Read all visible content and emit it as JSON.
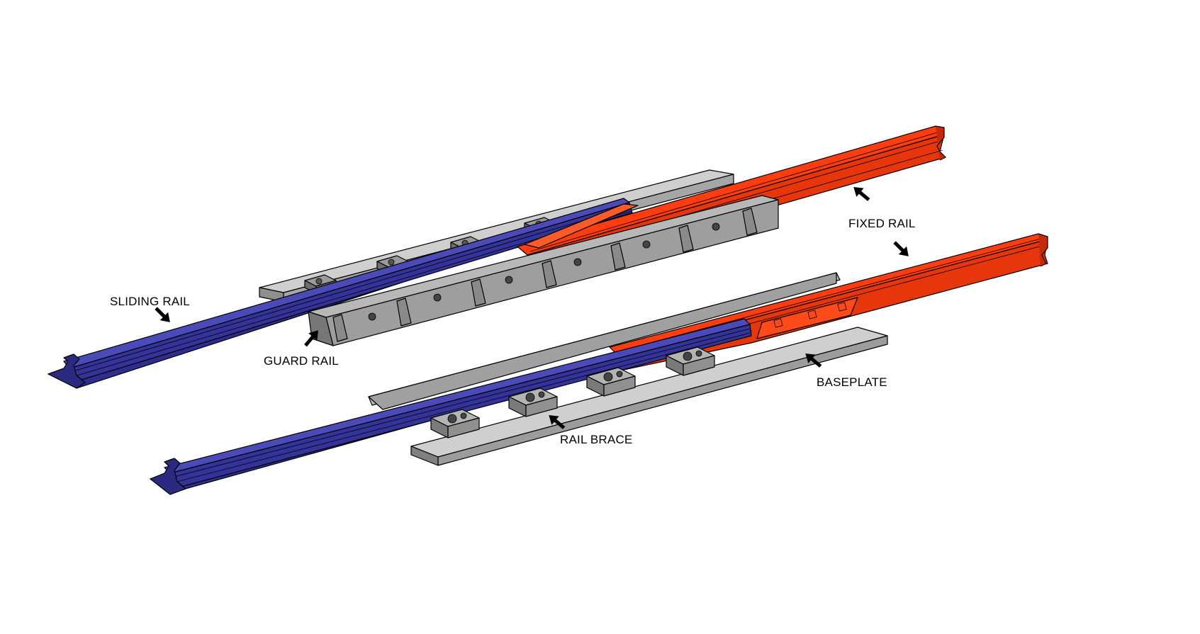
{
  "diagram": {
    "type": "isometric-assembly-drawing",
    "subject": "rail switch / expansion joint assembly (two rail sets)",
    "colors": {
      "sliding_rail": "#2e2e8f",
      "sliding_rail_light": "#4747b8",
      "fixed_rail": "#ff3d10",
      "fixed_rail_dark": "#c42a08",
      "baseplate": "#c8c8c8",
      "baseplate_dark": "#8c8c8c",
      "guard_rail": "#a8a8a8",
      "brace": "#b4b4b4",
      "outline": "#000000",
      "background": "#ffffff"
    },
    "labels": {
      "sliding_rail": "SLIDING RAIL",
      "guard_rail": "GUARD RAIL",
      "fixed_rail_upper": "FIXED RAIL",
      "baseplate": "BASEPLATE",
      "rail_brace": "RAIL BRACE"
    },
    "components": [
      {
        "name": "Sliding rail (upper assembly)",
        "color": "blue"
      },
      {
        "name": "Fixed rail (upper assembly)",
        "color": "red"
      },
      {
        "name": "Guard rail with gusset ribs",
        "color": "grey"
      },
      {
        "name": "Baseplate (upper assembly)",
        "color": "grey"
      },
      {
        "name": "Sliding rail (lower assembly)",
        "color": "blue"
      },
      {
        "name": "Fixed rail (lower assembly) with 3-bolt joint bar",
        "color": "red"
      },
      {
        "name": "Baseplate (lower assembly)",
        "color": "grey"
      },
      {
        "name": "Rail braces",
        "count": 4,
        "color": "grey"
      }
    ]
  }
}
